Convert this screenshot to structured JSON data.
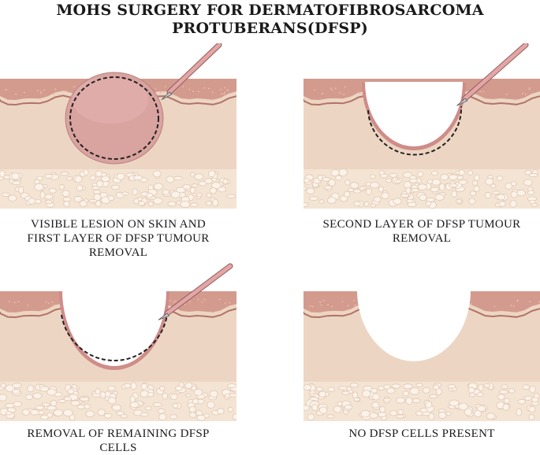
{
  "title": {
    "line1": "MOHS SURGERY FOR DERMATOFIBROSARCOMA",
    "line2": "PROTUBERANS(DFSP)"
  },
  "panels": [
    {
      "id": "p1",
      "stage": "lesion",
      "caption": [
        "VISIBLE LESION ON SKIN AND",
        "FIRST LAYER OF DFSP TUMOUR",
        "REMOVAL"
      ]
    },
    {
      "id": "p2",
      "stage": "second-layer",
      "caption": [
        "SECOND LAYER OF DFSP TUMOUR",
        "REMOVAL"
      ]
    },
    {
      "id": "p3",
      "stage": "remaining",
      "caption": [
        "REMOVAL OF REMAINING DFSP",
        "CELLS"
      ]
    },
    {
      "id": "p4",
      "stage": "clear",
      "caption": [
        "NO DFSP CELLS PRESENT"
      ]
    }
  ],
  "colors": {
    "epidermis": "#d39b8e",
    "epidermis_dark": "#b07466",
    "dermis": "#edd5c3",
    "subcutis": "#f4e4d3",
    "fat_cell": "#fbf3ea",
    "lesion": "#d9a3a0",
    "tumour_rim": "#cf8c88",
    "scalpel_handle": "#e4a5a5",
    "dashed_margin": "#222222"
  },
  "icons": [
    "scalpel-icon",
    "dashed-margin-icon"
  ]
}
